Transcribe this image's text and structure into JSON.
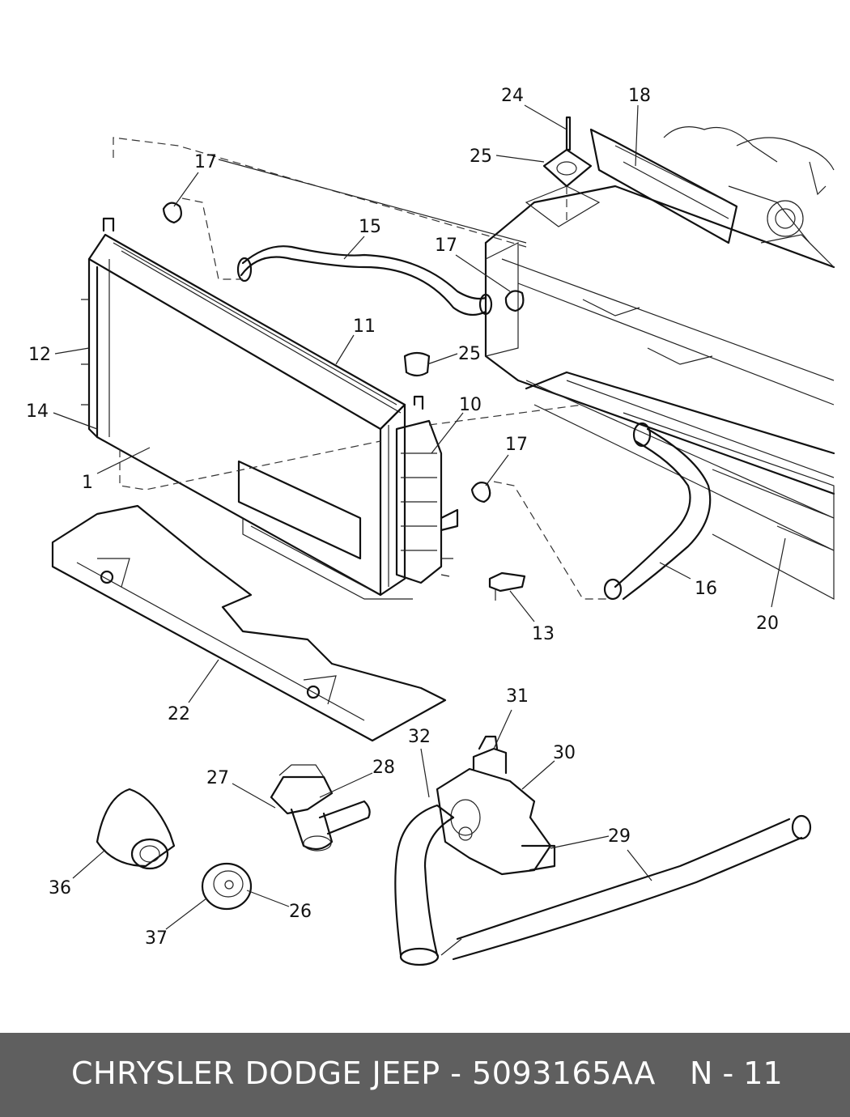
{
  "callouts": {
    "c1": "1",
    "c10": "10",
    "c11": "11",
    "c12": "12",
    "c13": "13",
    "c14": "14",
    "c15": "15",
    "c16": "16",
    "c17a": "17",
    "c17b": "17",
    "c17c": "17",
    "c18": "18",
    "c20": "20",
    "c22": "22",
    "c24": "24",
    "c25a": "25",
    "c25b": "25",
    "c26": "26",
    "c27": "27",
    "c28": "28",
    "c29": "29",
    "c30": "30",
    "c31": "31",
    "c32": "32",
    "c36": "36",
    "c37": "37"
  },
  "footer": {
    "title": "CHRYSLER DODGE JEEP - 5093165AA",
    "page": "N - 11",
    "background": "#5f5f5f",
    "text_color": "#ffffff"
  }
}
